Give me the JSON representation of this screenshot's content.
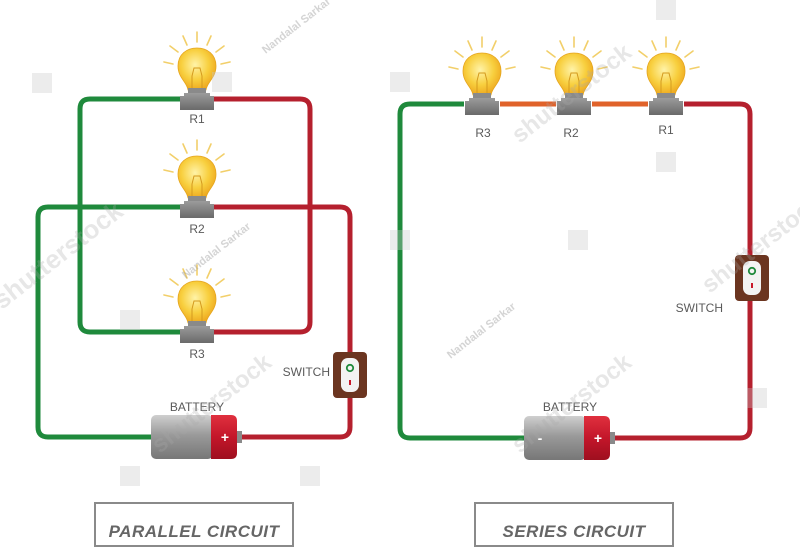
{
  "diagrams": {
    "parallel": {
      "title": "PARALLEL CIRCUIT",
      "bulbs": [
        {
          "label": "R1"
        },
        {
          "label": "R2"
        },
        {
          "label": "R3"
        }
      ],
      "switch_label": "SWITCH",
      "battery_label": "BATTERY",
      "battery_plus": "+"
    },
    "series": {
      "title": "SERIES CIRCUIT",
      "bulbs": [
        {
          "label": "R3"
        },
        {
          "label": "R2"
        },
        {
          "label": "R1"
        }
      ],
      "switch_label": "SWITCH",
      "battery_label": "BATTERY",
      "battery_plus": "+",
      "battery_minus": "-"
    }
  },
  "watermarks": {
    "brand": "shutterstock",
    "author": "Nandalal Sarkar"
  },
  "colors": {
    "negative_wire": "#1f8a3c",
    "positive_wire": "#b5202e",
    "series_link_wire": "#e0622a",
    "switch_body": "#6b3520",
    "battery_body": "#9a9a9a",
    "battery_cap": "#c8182a",
    "bulb": "#f7c531",
    "bulb_base": "#7d7d7d"
  }
}
